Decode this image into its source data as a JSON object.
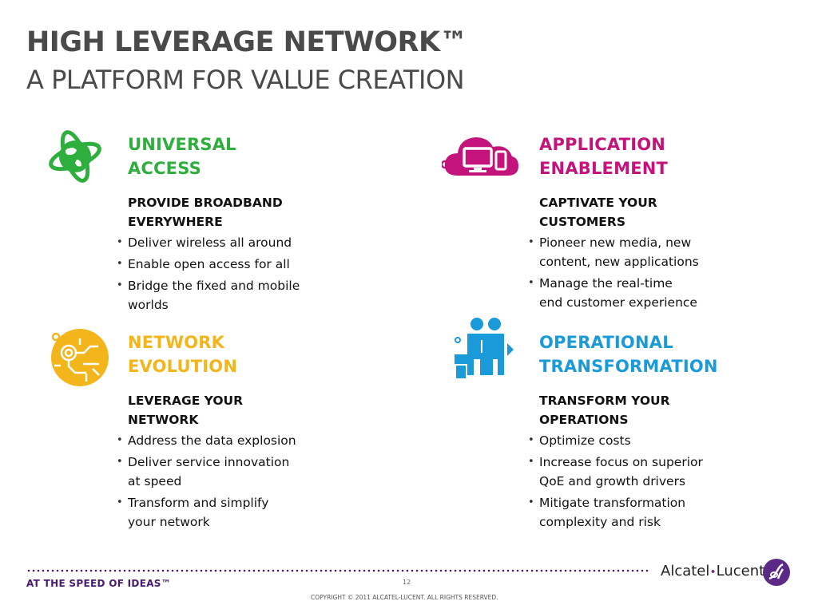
{
  "slide": {
    "title": "HIGH LEVERAGE NETWORK™",
    "subtitle": "A PLATFORM FOR VALUE CREATION"
  },
  "colors": {
    "heading_green": "#2eae3d",
    "heading_magenta": "#c4137b",
    "heading_yellow": "#f2b51b",
    "heading_blue": "#1a9ad8",
    "title_gray": "#4a4a4a",
    "brand_purple": "#4a1a6e"
  },
  "quadrants": [
    {
      "icon": "globe-satellite-icon",
      "color": "#2eae3d",
      "heading": "UNIVERSAL\nACCESS",
      "subhead": "PROVIDE BROADBAND\nEVERYWHERE",
      "bullets": [
        "Deliver wireless all around",
        "Enable open access for all",
        "Bridge the fixed and mobile\nworlds"
      ]
    },
    {
      "icon": "cloud-devices-icon",
      "color": "#c4137b",
      "heading": "APPLICATION\nENABLEMENT",
      "subhead": "CAPTIVATE YOUR\nCUSTOMERS",
      "bullets": [
        "Pioneer new media, new\ncontent, new applications",
        "Manage the real-time\nend customer experience"
      ]
    },
    {
      "icon": "circuit-evolution-icon",
      "color": "#f2b51b",
      "heading": "NETWORK\nEVOLUTION",
      "subhead": "LEVERAGE YOUR\nNETWORK",
      "bullets": [
        "Address the data explosion",
        "Deliver service innovation\nat speed",
        "Transform and simplify\nyour network"
      ]
    },
    {
      "icon": "people-operations-icon",
      "color": "#1a9ad8",
      "heading": "OPERATIONAL\nTRANSFORMATION",
      "subhead": "TRANSFORM YOUR\nOPERATIONS",
      "bullets": [
        "Optimize costs",
        "Increase focus on superior\nQoE and growth drivers",
        "Mitigate transformation\ncomplexity and risk"
      ]
    }
  ],
  "bullet_glyph": "•",
  "footer": {
    "tagline": "AT THE SPEED OF IDEAS™",
    "page_number": "12",
    "copyright": "COPYRIGHT © 2011 ALCATEL-LUCENT.  ALL RIGHTS RESERVED.",
    "brand_left": "Alcatel",
    "brand_dot": "•",
    "brand_right": "Lucent",
    "logo_icon": "alcatel-lucent-logo-icon"
  }
}
